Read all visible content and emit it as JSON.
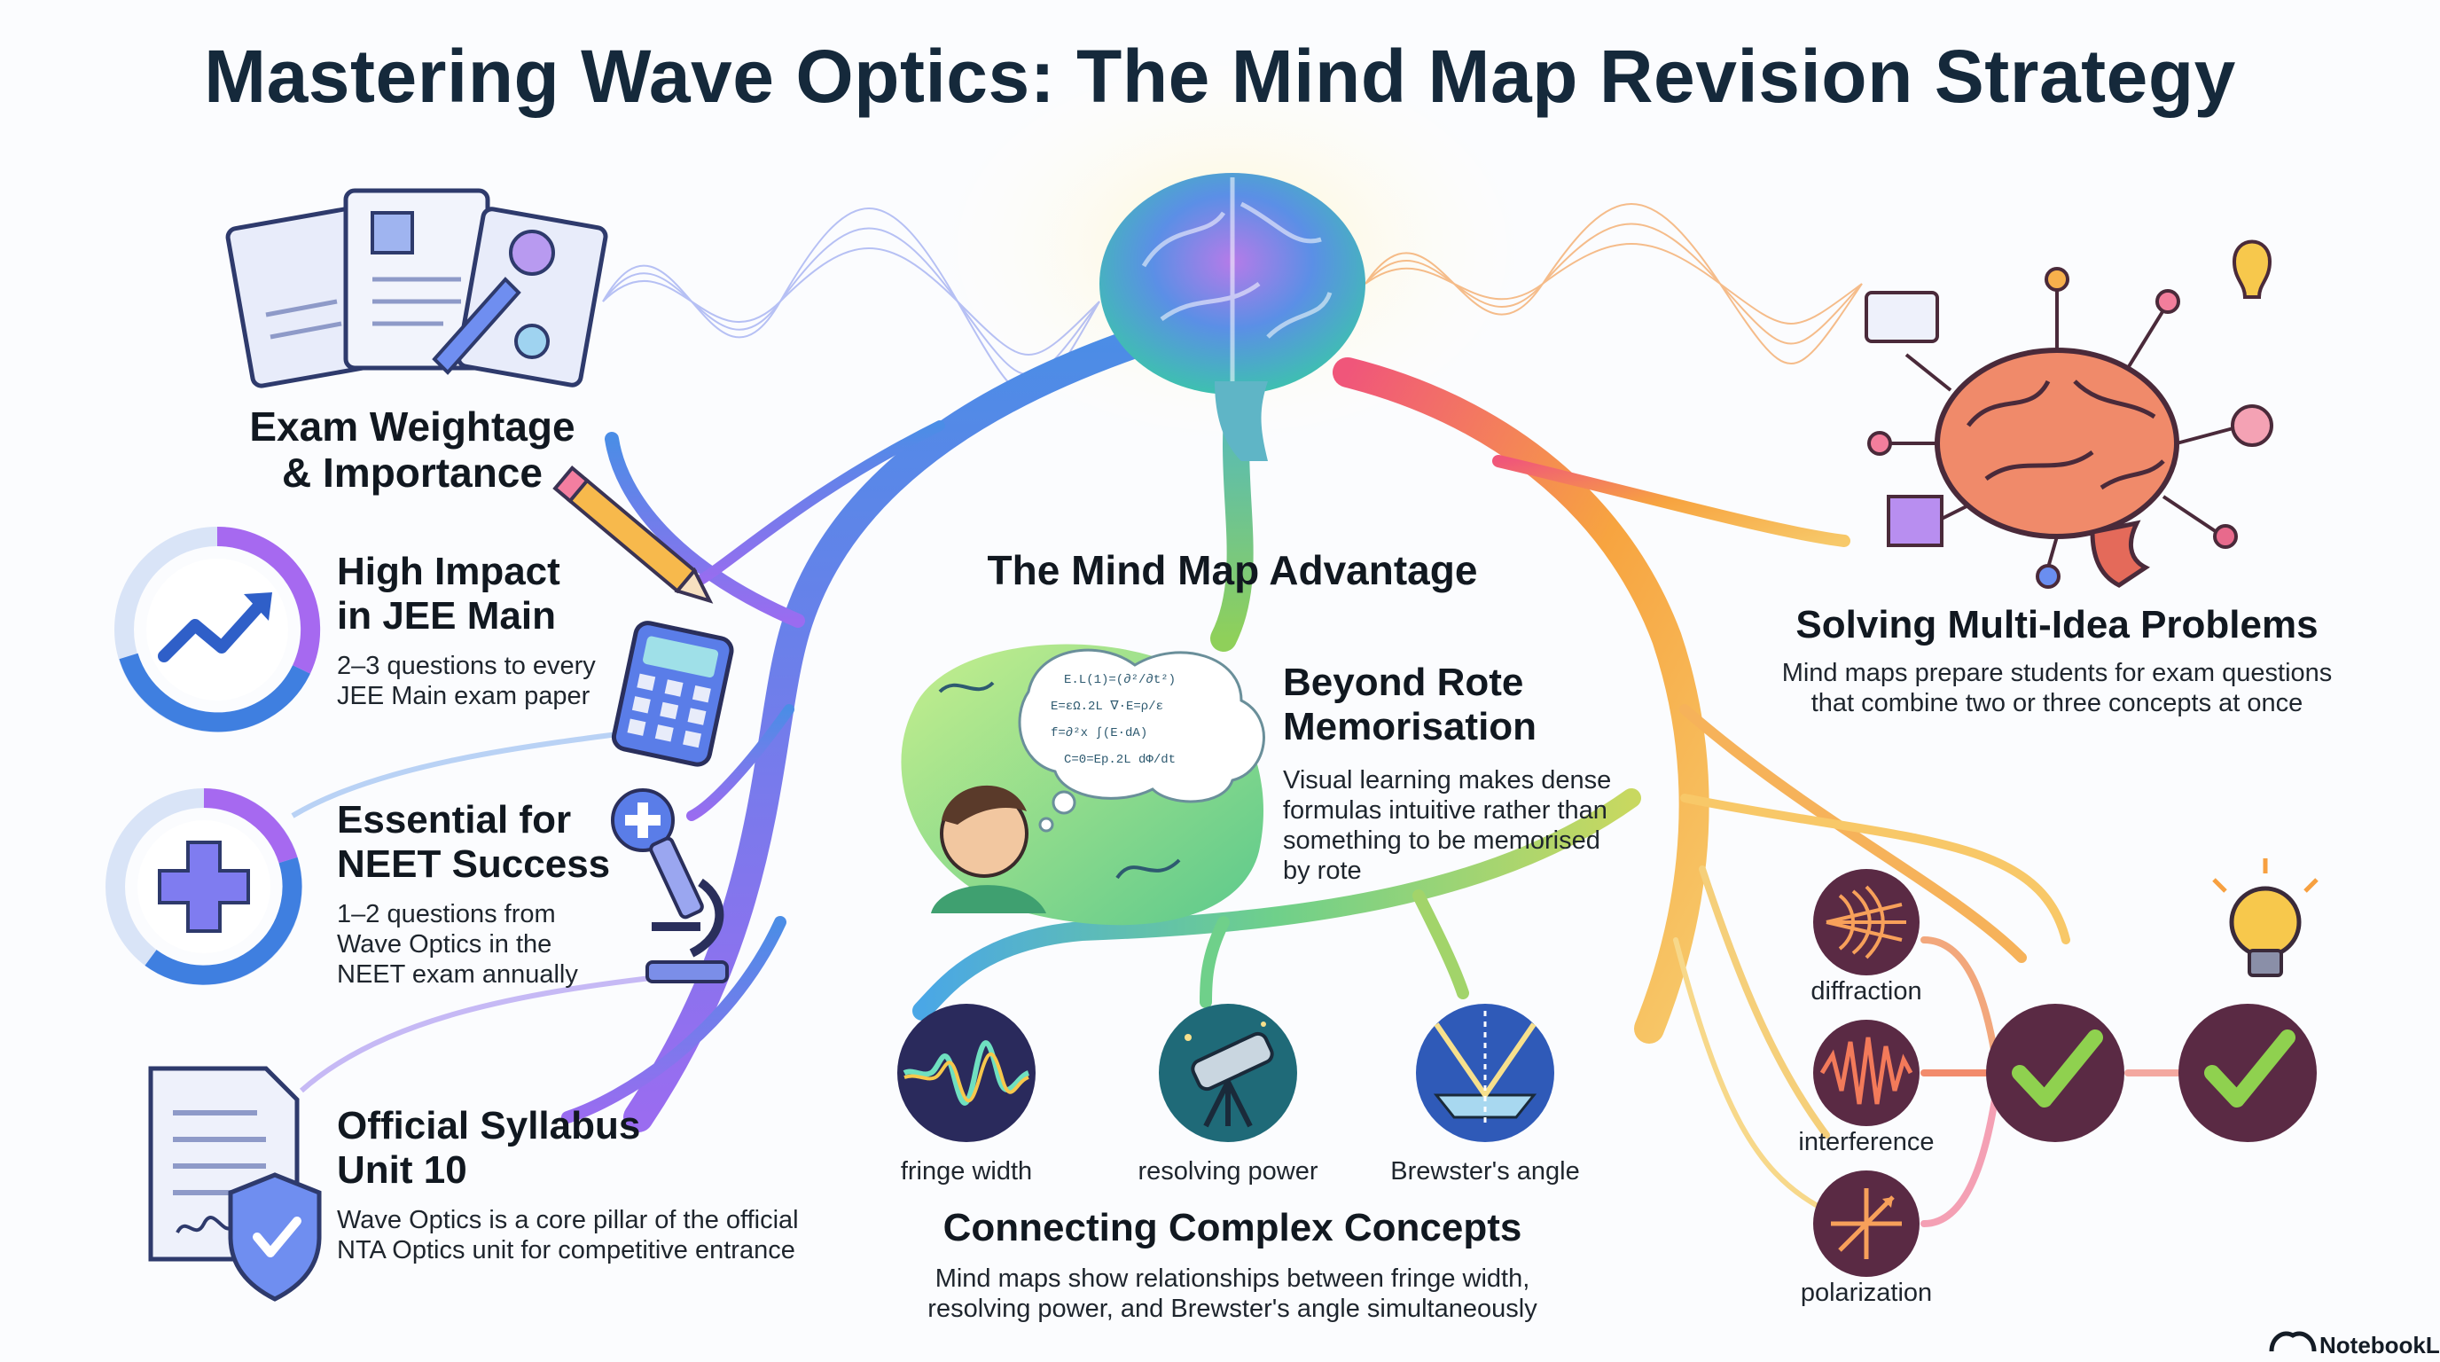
{
  "title": "Mastering Wave Optics: The Mind Map Revision Strategy",
  "exam": {
    "heading": [
      "Exam Weightage",
      "& Importance"
    ],
    "items": [
      {
        "title": [
          "High Impact",
          "in JEE Main"
        ],
        "desc": [
          "2–3 questions to every",
          "JEE Main exam paper"
        ]
      },
      {
        "title": [
          "Essential for",
          "NEET Success"
        ],
        "desc": [
          "1–2 questions from",
          "Wave Optics in the",
          "NEET exam annually"
        ]
      },
      {
        "title": [
          "Official Syllabus",
          "Unit 10"
        ],
        "desc": [
          "Wave Optics is a core pillar of the official",
          "NTA Optics unit for competitive entrance"
        ]
      }
    ]
  },
  "advantage": {
    "heading": "The Mind Map Advantage",
    "beyond_title": [
      "Beyond Rote",
      "Memorisation"
    ],
    "beyond_desc": [
      "Visual learning makes dense",
      "formulas intuitive rather than",
      "something to be memorised",
      "by rote"
    ]
  },
  "concepts": {
    "labels": [
      "fringe width",
      "resolving power",
      "Brewster's angle"
    ],
    "heading": "Connecting Complex Concepts",
    "desc": [
      "Mind maps show relationships between fringe width,",
      "resolving power, and Brewster's angle simultaneously"
    ]
  },
  "multi": {
    "heading": "Solving Multi-Idea Problems",
    "desc": [
      "Mind maps prepare students for exam questions",
      "that combine two or three concepts at once"
    ]
  },
  "phenomena": {
    "labels": [
      "diffraction",
      "interference",
      "polarization"
    ]
  },
  "brand": "NotebookLM",
  "colors": {
    "title": "#15293b",
    "check_bg": "#5a2a44",
    "check": "#8fd14f",
    "purple": "#7b5ff0",
    "blue": "#3f7fe0"
  }
}
